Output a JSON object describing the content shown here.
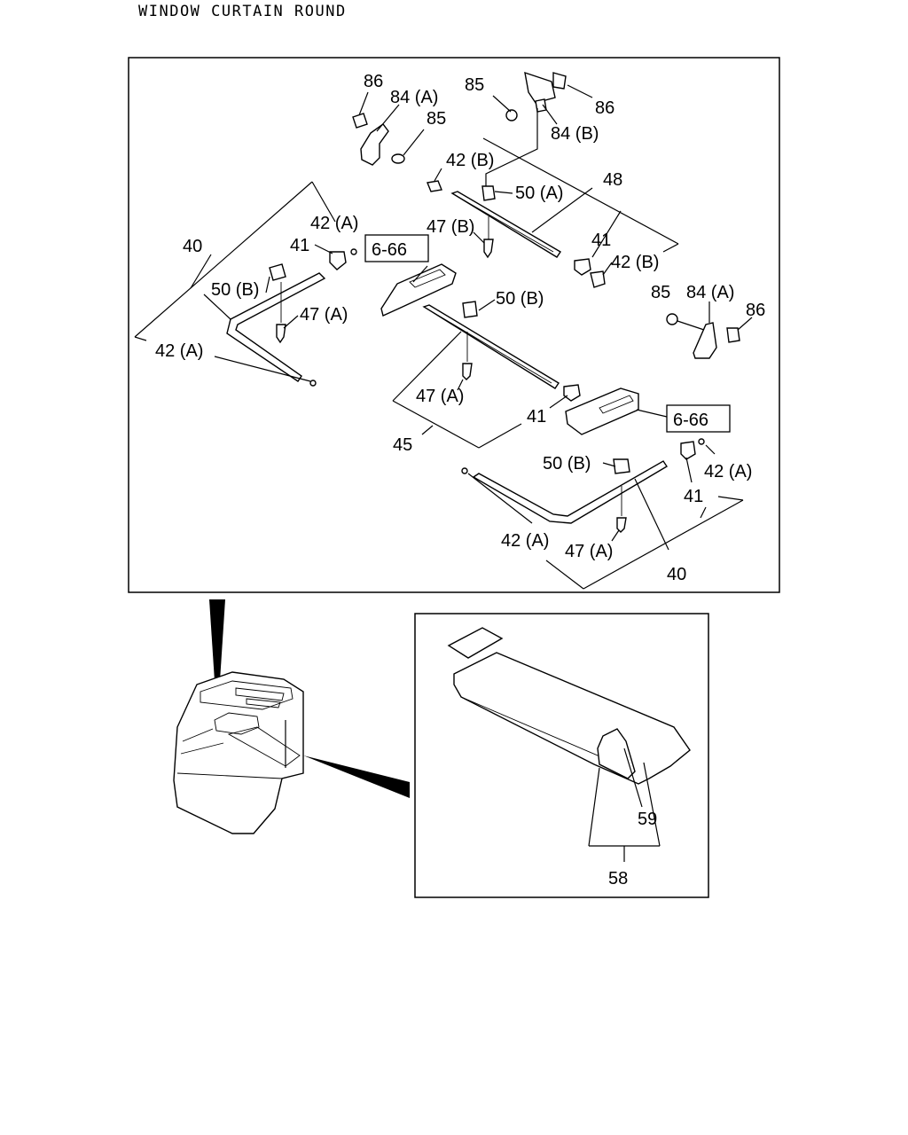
{
  "title": "WINDOW CURTAIN ROUND",
  "callouts": {
    "c86_a": "86",
    "c84A_a": "84 (A)",
    "c85_a": "85",
    "c85_b": "85",
    "c86_b": "86",
    "c84B": "84 (B)",
    "c42B_a": "42 (B)",
    "c50A": "50 (A)",
    "c48": "48",
    "c47B": "47 (B)",
    "c41_a": "41",
    "c42B_b": "42 (B)",
    "c42A_a": "42 (A)",
    "c40_a": "40",
    "c41_b": "41",
    "c50B_a": "50 (B)",
    "c47A_a": "47 (A)",
    "c42A_b": "42 (A)",
    "c50B_b": "50 (B)",
    "c85_c": "85",
    "c84A_b": "84 (A)",
    "c86_c": "86",
    "c47A_b": "47 (A)",
    "c41_c": "41",
    "c45": "45",
    "c50B_c": "50 (B)",
    "c42A_c": "42 (A)",
    "c41_d": "41",
    "c42A_d": "42 (A)",
    "c47A_c": "47 (A)",
    "c40_b": "40",
    "c59": "59",
    "c58": "58"
  },
  "refs": {
    "ref_a": "6-66",
    "ref_b": "6-66"
  }
}
